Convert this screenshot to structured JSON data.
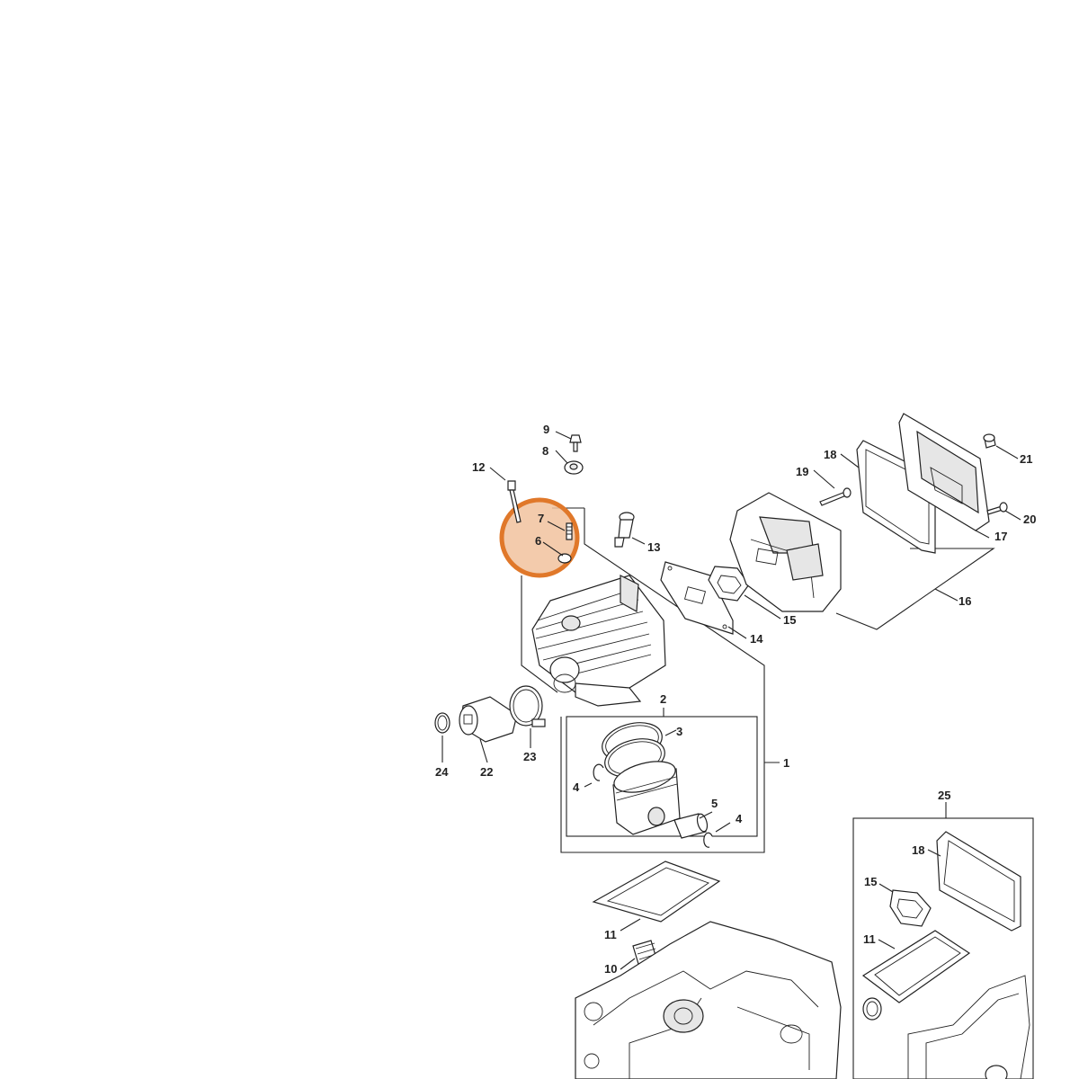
{
  "diagram": {
    "callouts": [
      {
        "id": "c1",
        "text": "1"
      },
      {
        "id": "c2",
        "text": "2"
      },
      {
        "id": "c3",
        "text": "3"
      },
      {
        "id": "c4a",
        "text": "4"
      },
      {
        "id": "c4b",
        "text": "4"
      },
      {
        "id": "c5",
        "text": "5"
      },
      {
        "id": "c6",
        "text": "6"
      },
      {
        "id": "c7",
        "text": "7"
      },
      {
        "id": "c8",
        "text": "8"
      },
      {
        "id": "c9",
        "text": "9"
      },
      {
        "id": "c10",
        "text": "10"
      },
      {
        "id": "c11a",
        "text": "11"
      },
      {
        "id": "c11b",
        "text": "11"
      },
      {
        "id": "c12",
        "text": "12"
      },
      {
        "id": "c13",
        "text": "13"
      },
      {
        "id": "c14",
        "text": "14"
      },
      {
        "id": "c15a",
        "text": "15"
      },
      {
        "id": "c15b",
        "text": "15"
      },
      {
        "id": "c16",
        "text": "16"
      },
      {
        "id": "c17",
        "text": "17"
      },
      {
        "id": "c18a",
        "text": "18"
      },
      {
        "id": "c18b",
        "text": "18"
      },
      {
        "id": "c19",
        "text": "19"
      },
      {
        "id": "c20",
        "text": "20"
      },
      {
        "id": "c21",
        "text": "21"
      },
      {
        "id": "c22",
        "text": "22"
      },
      {
        "id": "c23",
        "text": "23"
      },
      {
        "id": "c24",
        "text": "24"
      },
      {
        "id": "c25",
        "text": "25"
      }
    ],
    "highlight": {
      "parts": [
        "6",
        "7"
      ],
      "color": "#e0782a",
      "fill": "#f1c29d"
    }
  }
}
